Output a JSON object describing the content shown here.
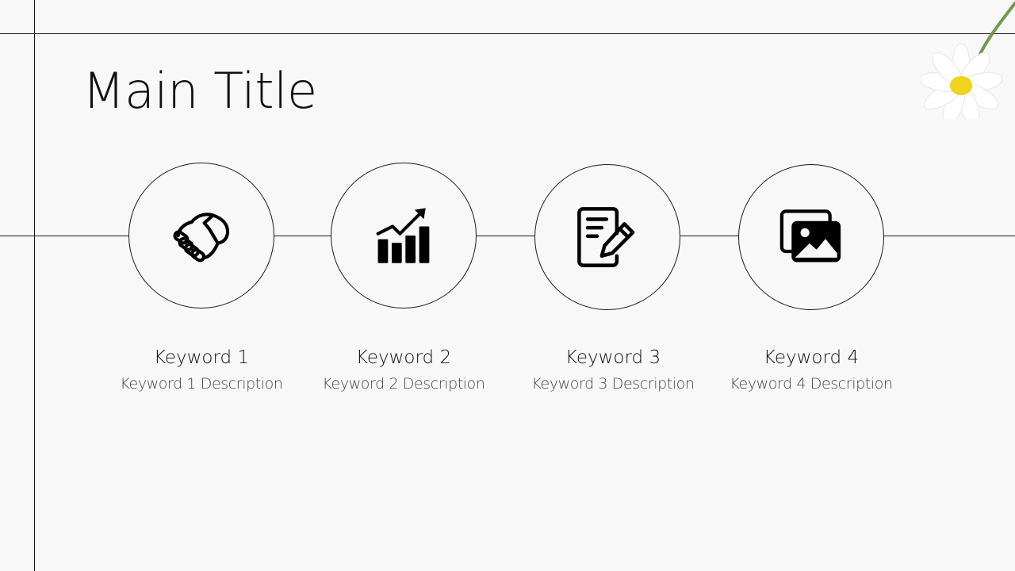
{
  "slide": {
    "title": "Main Title",
    "items": [
      {
        "keyword": "Keyword 1",
        "description": "Keyword 1 Description",
        "icon": "handshake-icon"
      },
      {
        "keyword": "Keyword 2",
        "description": "Keyword 2 Description",
        "icon": "growth-chart-icon"
      },
      {
        "keyword": "Keyword 3",
        "description": "Keyword 3 Description",
        "icon": "document-edit-icon"
      },
      {
        "keyword": "Keyword 4",
        "description": "Keyword 4 Description",
        "icon": "image-gallery-icon"
      }
    ],
    "decoration": {
      "icon": "daisy-flower-icon"
    },
    "colors": {
      "background": "#f8f8f8",
      "lines": "#1a1a1a",
      "text": "#111111",
      "flower_center": "#f2d21c",
      "flower_stem": "#6f9a4a"
    }
  }
}
